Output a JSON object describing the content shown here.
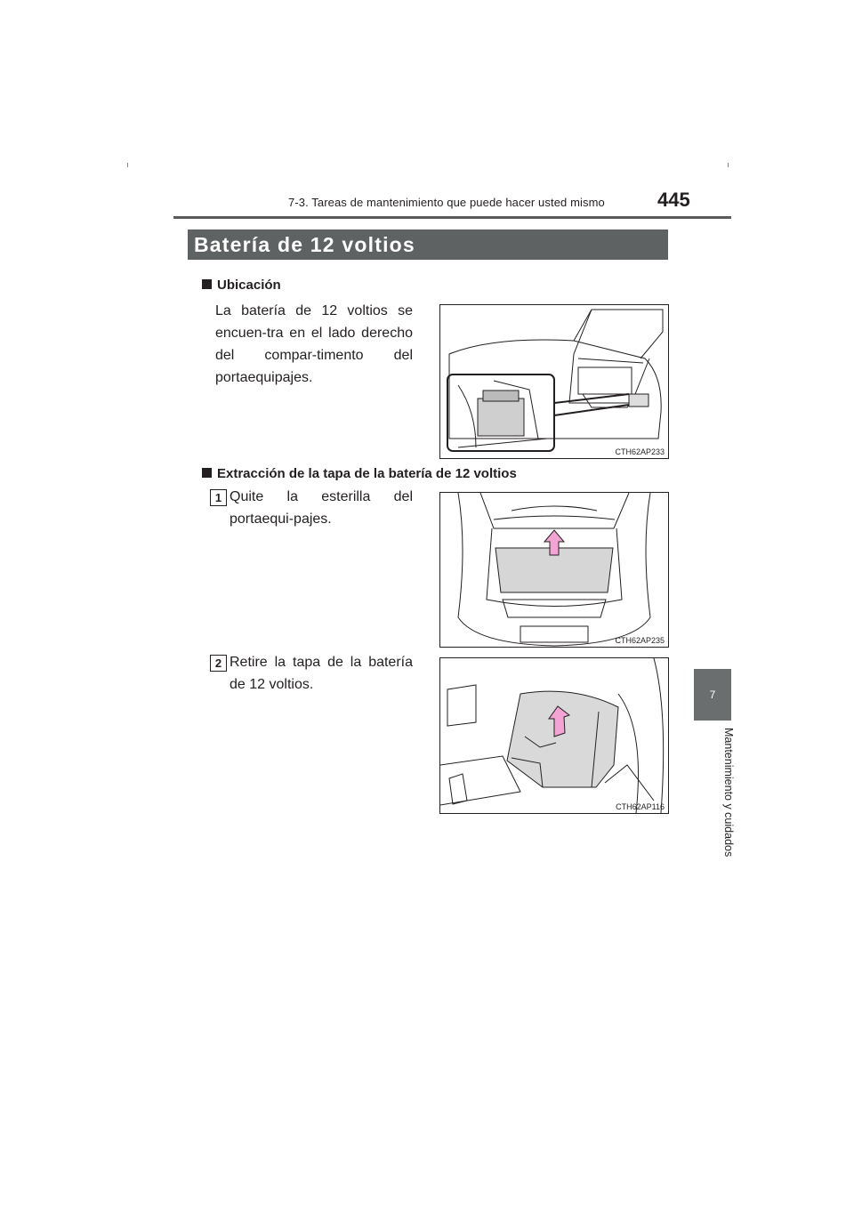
{
  "header": {
    "chapter": "7-3. Tareas de mantenimiento que puede hacer usted mismo",
    "page_number": "445"
  },
  "section": {
    "title": "Batería de 12 voltios"
  },
  "sidebar": {
    "tab_number": "7",
    "tab_label": "Mantenimiento y cuidados"
  },
  "location": {
    "heading": "Ubicación",
    "text": "La batería de 12 voltios se encuen-tra en el lado derecho del compar-timento del portaequipajes.",
    "figure_code": "CTH62AP233"
  },
  "removal": {
    "heading": "Extracción de la tapa de la batería de 12 voltios",
    "steps": [
      {
        "number": "1",
        "text": "Quite la esterilla del portaequi-pajes.",
        "figure_code": "CTH62AP235"
      },
      {
        "number": "2",
        "text": "Retire la tapa de la batería de 12 voltios.",
        "figure_code": "CTH62AP116"
      }
    ]
  },
  "colors": {
    "section_bar": "#5e6262",
    "arrow": "#f4a4d4",
    "tab": "#6b6e6e"
  }
}
